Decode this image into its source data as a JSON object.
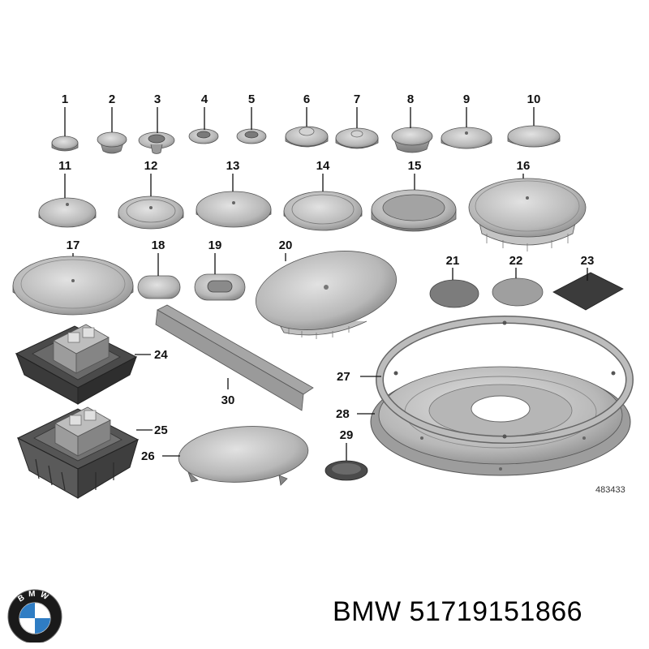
{
  "labels": {
    "p1": "1",
    "p2": "2",
    "p3": "3",
    "p4": "4",
    "p5": "5",
    "p6": "6",
    "p7": "7",
    "p8": "8",
    "p9": "9",
    "p10": "10",
    "p11": "11",
    "p12": "12",
    "p13": "13",
    "p14": "14",
    "p15": "15",
    "p16": "16",
    "p17": "17",
    "p18": "18",
    "p19": "19",
    "p20": "20",
    "p21": "21",
    "p22": "22",
    "p23": "23",
    "p24": "24",
    "p25": "25",
    "p26": "26",
    "p27": "27",
    "p28": "28",
    "p29": "29",
    "p30": "30"
  },
  "reference_number": "483433",
  "footer": {
    "brand": "BMW",
    "part_number": "51719151866"
  },
  "logo": {
    "text": "BMW",
    "colors": {
      "blue": "#2f7dc4",
      "black": "#1a1a1a",
      "white": "#ffffff"
    }
  },
  "colors": {
    "part_fill": "#b9b9b9",
    "part_dark": "#8d8d8d",
    "part_stroke": "#555555",
    "pad_fill": "#777777"
  }
}
